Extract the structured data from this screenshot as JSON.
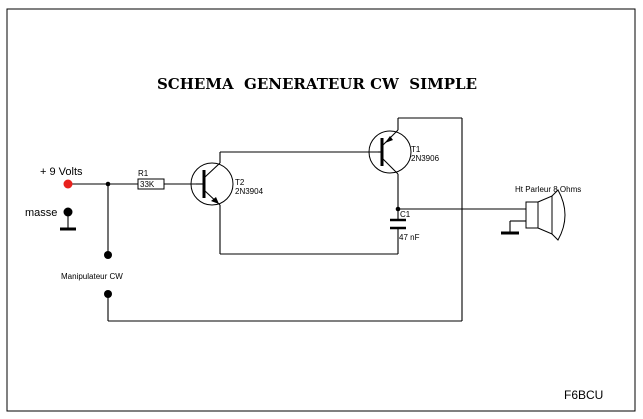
{
  "title": "SCHEMA  GENERATEUR CW  SIMPLE",
  "supply": {
    "label": "+ 9 Volts",
    "terminal_color": "#e8211d"
  },
  "ground": {
    "label": "masse"
  },
  "resistor": {
    "ref": "R1",
    "value": "33K"
  },
  "transistor_t2": {
    "ref": "T2",
    "type": "2N3904"
  },
  "transistor_t1": {
    "ref": "T1",
    "type": "2N3906"
  },
  "capacitor": {
    "ref": "C1",
    "value": "47 nF"
  },
  "key": {
    "label": "Manipulateur CW"
  },
  "speaker": {
    "label": "Ht Parleur 8 Ohms"
  },
  "author": "F6BCU",
  "colors": {
    "ink": "#000000",
    "background": "#ffffff"
  }
}
